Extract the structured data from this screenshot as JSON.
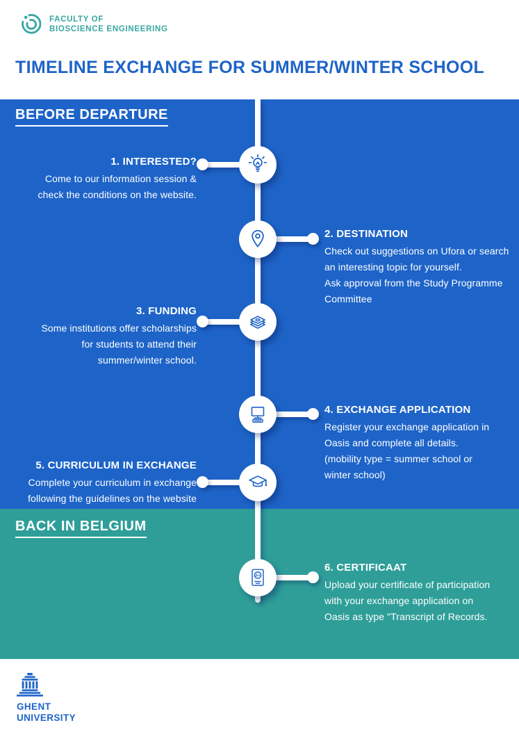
{
  "colors": {
    "blue": "#1E64C8",
    "teal_section": "#2F9E99",
    "logo_teal": "#38A7A2",
    "white": "#FFFFFF"
  },
  "header": {
    "faculty_line1": "FACULTY OF",
    "faculty_line2": "BIOSCIENCE ENGINEERING",
    "title": "TIMELINE EXCHANGE FOR SUMMER/WINTER SCHOOL"
  },
  "sections": {
    "before_departure": "BEFORE DEPARTURE",
    "back_in_belgium": "BACK IN BELGIUM"
  },
  "timeline": [
    {
      "title": "1. INTERESTED?",
      "side": "left",
      "icon": "lightbulb-icon",
      "text": "Come to our information session &\ncheck the conditions on the website."
    },
    {
      "title": "2. DESTINATION",
      "side": "right",
      "icon": "location-pin-icon",
      "text": "Check out suggestions on Ufora or search\nan interesting topic for yourself.\nAsk approval from the Study Programme\nCommittee"
    },
    {
      "title": "3. FUNDING",
      "side": "left",
      "icon": "money-icon",
      "text": "Some institutions offer scholarships\nfor students to attend their\nsummer/winter school."
    },
    {
      "title": "4. EXCHANGE APPLICATION",
      "side": "right",
      "icon": "computer-icon",
      "text": "Register your exchange application in\nOasis and complete all details.\n(mobility type = summer school or\nwinter school)"
    },
    {
      "title": "5. CURRICULUM IN EXCHANGE",
      "side": "left",
      "icon": "graduation-cap-icon",
      "text": "Complete your curriculum in exchange\nfollowing the guidelines on the website"
    },
    {
      "title": "6. CERTIFICAAT",
      "side": "right",
      "icon": "certificate-icon",
      "text": "Upload your certificate of participation\nwith your exchange application on\nOasis as type \"Transcript of Records."
    }
  ],
  "footer": {
    "university_line1": "GHENT",
    "university_line2": "UNIVERSITY"
  }
}
